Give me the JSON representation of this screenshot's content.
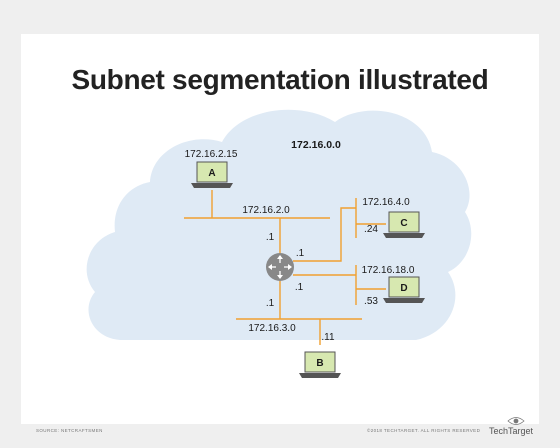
{
  "title": "Subnet segmentation illustrated",
  "network": "172.16.0.0",
  "colors": {
    "cloud": "#dfeaf5",
    "line": "#f0a030",
    "laptop": "#d7e8b0",
    "laptop_base": "#555555",
    "router": "#888888"
  },
  "subnets": {
    "top": "172.16.2.0",
    "bottom": "172.16.3.0",
    "right_upper": "172.16.4.0",
    "right_lower": "172.16.18.0"
  },
  "hosts": {
    "a": {
      "label": "A",
      "ip": "172.16.2.15"
    },
    "b": {
      "label": "B",
      "ip": ".11"
    },
    "c": {
      "label": "C",
      "ip": ".24"
    },
    "d": {
      "label": "D",
      "ip": ".53"
    }
  },
  "router_ips": {
    "top": ".1",
    "bottom": ".1",
    "right_upper": ".1",
    "right_lower": ".1"
  },
  "footer": {
    "source": "SOURCE: NETCRAFTSMEN",
    "copyright": "©2018 TECHTARGET. ALL RIGHTS RESERVED",
    "brand": "TechTarget"
  }
}
